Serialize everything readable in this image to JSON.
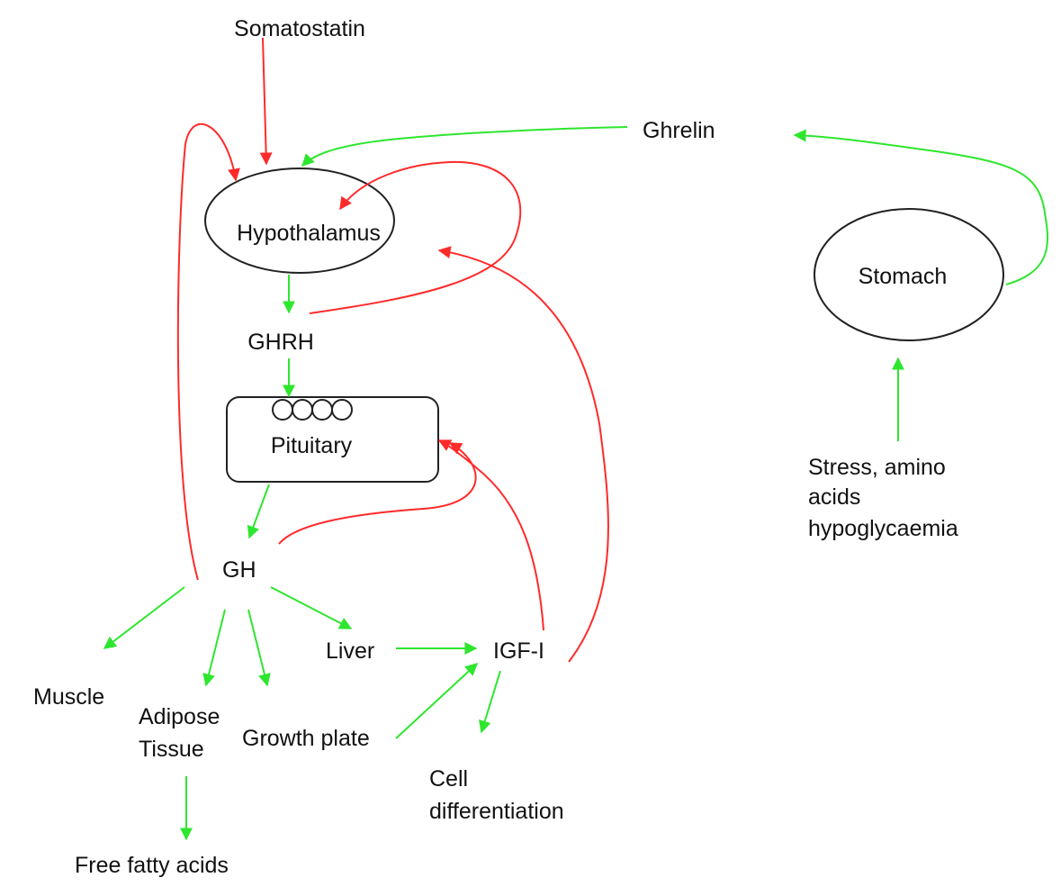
{
  "diagram": {
    "colors": {
      "stimulatory": "#2ee62e",
      "inhibitory": "#ff2a2a",
      "outline": "#222222",
      "text": "#111111",
      "background": "#ffffff"
    },
    "labels": {
      "somatostatin": "Somatostatin",
      "ghrelin": "Ghrelin",
      "hypothalamus": "Hypothalamus",
      "stomach": "Stomach",
      "ghrh": "GHRH",
      "pituitary": "Pituitary",
      "gh": "GH",
      "liver": "Liver",
      "igf1": "IGF-I",
      "muscle": "Muscle",
      "adipose_line1": "Adipose",
      "adipose_line2": "Tissue",
      "growth_plate": "Growth plate",
      "cell_line1": "Cell",
      "cell_line2": "differentiation",
      "free_fatty_acids": "Free fatty acids",
      "stress_line1": "Stress, amino",
      "stress_line2": "acids",
      "stress_line3": "hypoglycaemia"
    }
  }
}
